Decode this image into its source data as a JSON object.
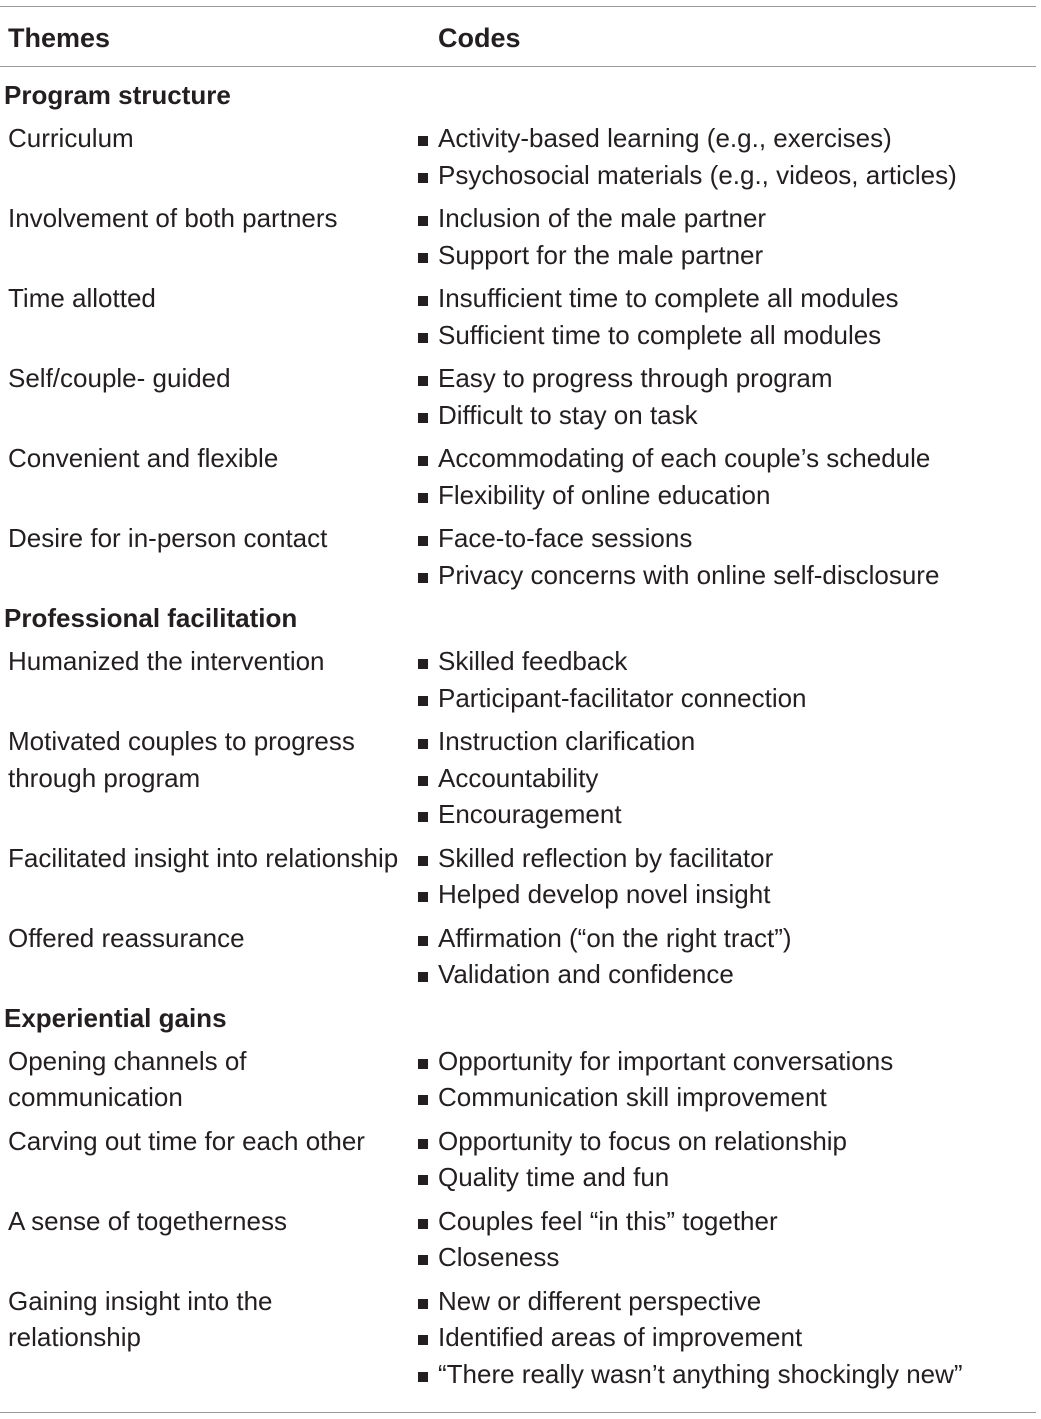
{
  "header": {
    "themes_label": "Themes",
    "codes_label": "Codes"
  },
  "sections": [
    {
      "title": "Program structure",
      "rows": [
        {
          "theme": "Curriculum",
          "codes": [
            "Activity-based learning (e.g., exercises)",
            "Psychosocial materials (e.g., videos, articles)"
          ]
        },
        {
          "theme": "Involvement of both partners",
          "codes": [
            "Inclusion of the male partner",
            "Support for the male partner"
          ]
        },
        {
          "theme": "Time allotted",
          "codes": [
            "Insufficient time to complete all modules",
            "Sufficient time to complete all modules"
          ]
        },
        {
          "theme": "Self/couple- guided",
          "codes": [
            "Easy to progress through program",
            "Difficult to stay on task"
          ]
        },
        {
          "theme": "Convenient and flexible",
          "codes": [
            "Accommodating of each couple’s schedule",
            "Flexibility of online education"
          ]
        },
        {
          "theme": "Desire for in-person contact",
          "codes": [
            "Face-to-face sessions",
            "Privacy concerns with online self-disclosure"
          ]
        }
      ]
    },
    {
      "title": "Professional facilitation",
      "rows": [
        {
          "theme": "Humanized the intervention",
          "codes": [
            "Skilled feedback",
            "Participant-facilitator connection"
          ]
        },
        {
          "theme": "Motivated couples to progress through program",
          "codes": [
            "Instruction clarification",
            "Accountability",
            "Encouragement"
          ]
        },
        {
          "theme": "Facilitated insight into relationship",
          "codes": [
            "Skilled reflection by facilitator",
            "Helped develop novel insight"
          ]
        },
        {
          "theme": "Offered reassurance",
          "codes": [
            "Affirmation (“on the right tract”)",
            "Validation and confidence"
          ]
        }
      ]
    },
    {
      "title": "Experiential gains",
      "rows": [
        {
          "theme": "Opening channels of communication",
          "codes": [
            "Opportunity for important conversations",
            "Communication skill improvement"
          ]
        },
        {
          "theme": "Carving out time for each other",
          "codes": [
            "Opportunity to focus on relationship",
            "Quality time and fun"
          ]
        },
        {
          "theme": "A sense of togetherness",
          "codes": [
            "Couples feel “in this” together",
            "Closeness"
          ]
        },
        {
          "theme": "Gaining insight into the relationship",
          "codes": [
            "New or different perspective",
            "Identified areas of improvement",
            "“There really wasn’t anything shockingly new”"
          ]
        }
      ]
    }
  ]
}
